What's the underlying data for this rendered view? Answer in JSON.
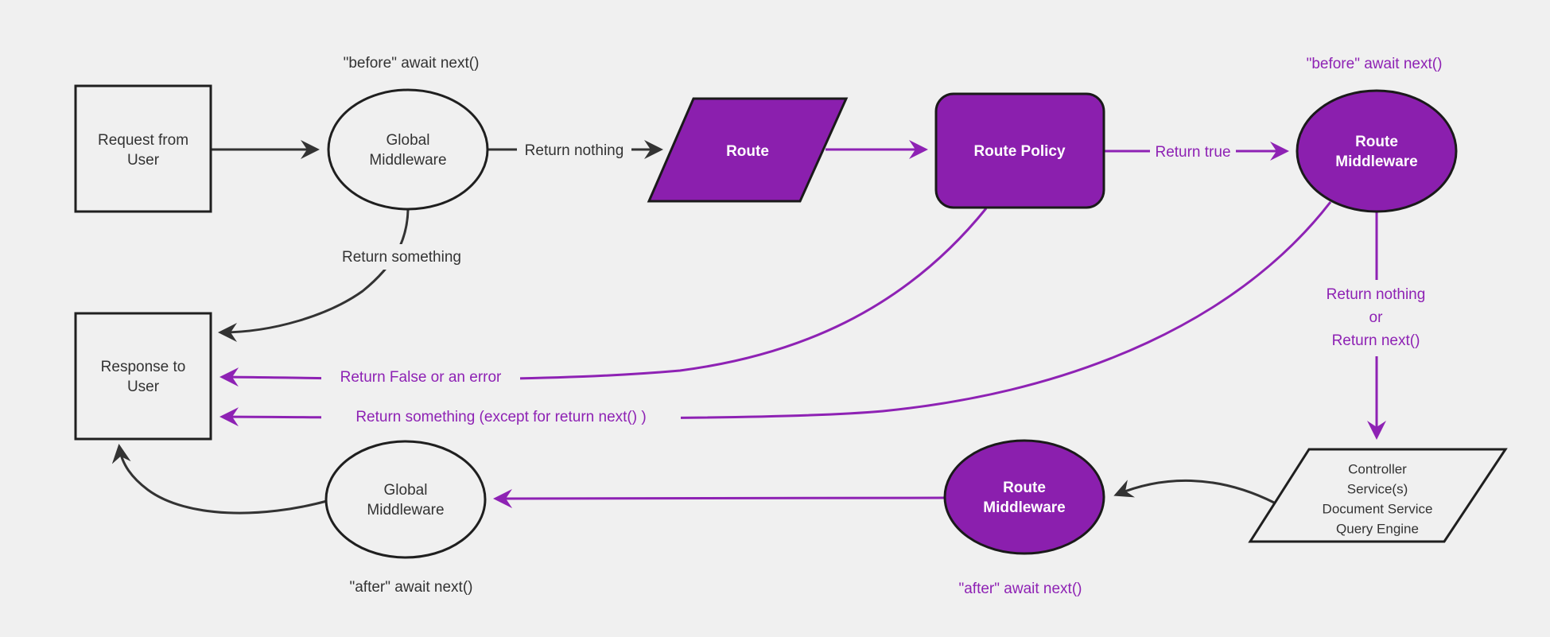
{
  "canvas": {
    "background_color": "#f0f0f0",
    "purple_fill_color": "#8b1fae",
    "purple_line_color": "#8e22b4",
    "black_line_color": "#333333",
    "node_border_color": "#1f1f1f",
    "node_text_color": "#333333",
    "purple_node_text_color": "#ffffff"
  },
  "nodes": {
    "request": {
      "line1": "Request from",
      "line2": "User"
    },
    "global_top": {
      "line1": "Global",
      "line2": "Middleware"
    },
    "route": {
      "label": "Route"
    },
    "route_policy": {
      "label": "Route Policy"
    },
    "route_middleware_top": {
      "line1": "Route",
      "line2": "Middleware"
    },
    "controller": {
      "line1": "Controller",
      "line2": "Service(s)",
      "line3": "Document Service",
      "line4": "Query Engine"
    },
    "route_middleware_bottom": {
      "line1": "Route",
      "line2": "Middleware"
    },
    "global_bottom": {
      "line1": "Global",
      "line2": "Middleware"
    },
    "response": {
      "line1": "Response to",
      "line2": "User"
    }
  },
  "labels": {
    "before_global": "\"before\" await next()",
    "before_route": "\"before\" await next()",
    "after_global": "\"after\" await next()",
    "after_route": "\"after\" await next()",
    "return_something": "Return something",
    "return_nothing_or_line1": "Return nothing",
    "return_nothing_or_line2": "or",
    "return_nothing_or_line3": "Return next()"
  },
  "edge_labels": {
    "return_nothing": "Return nothing",
    "return_true": "Return true",
    "return_false": "Return False or an error",
    "return_something_except": "Return something (except for return next() )"
  }
}
